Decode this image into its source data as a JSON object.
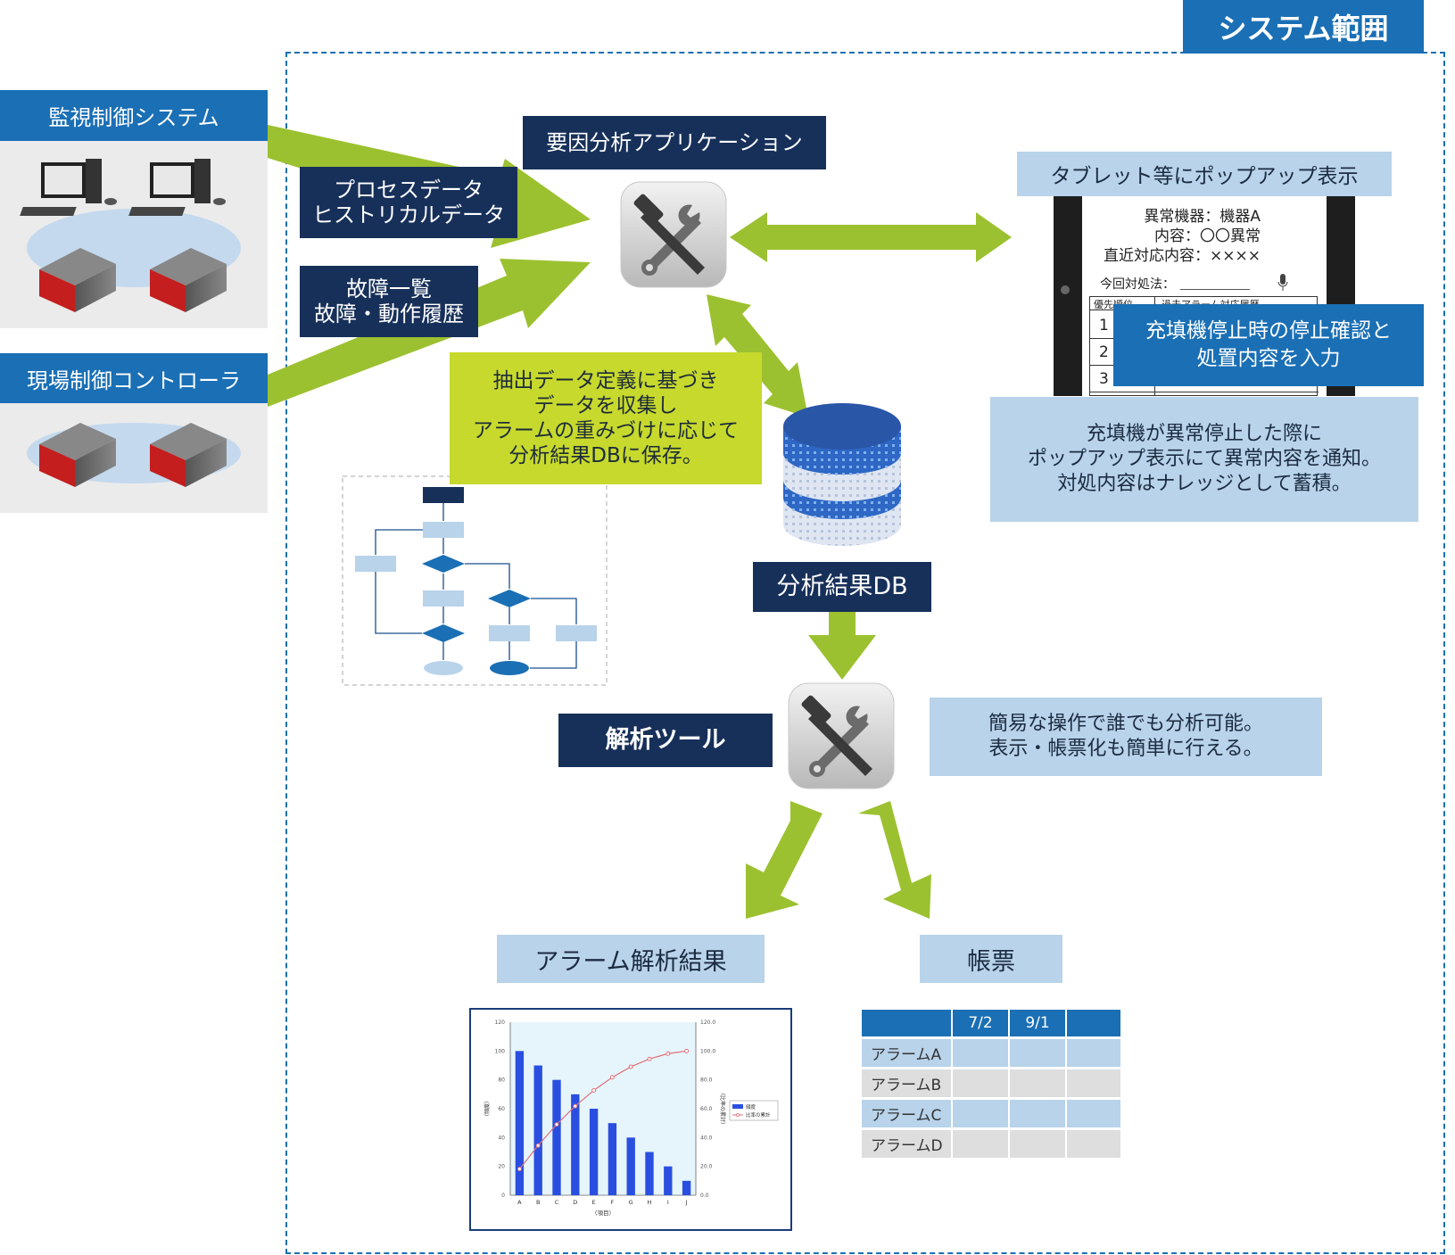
{
  "system_scope_title": "システム範囲",
  "sources": {
    "monitoring": "監視制御システム",
    "field_controller": "現場制御コントローラ"
  },
  "flows": {
    "process_data": "プロセスデータ\nヒストリカルデータ",
    "fault_list": "故障一覧\n故障・動作履歴"
  },
  "app_title": "要因分析アプリケーション",
  "collect_note": "抽出データ定義に基づき\nデータを収集し\nアラームの重みづけに応じて\n分析結果DBに保存。",
  "tablet": {
    "title": "タブレット等にポップアップ表示",
    "line1": "異常機器：機器A",
    "line2": "内容：〇〇異常",
    "line3": "直近対応内容：××××",
    "input_label": "今回対処法：",
    "col1": "優先順位",
    "col2": "過去アラーム対応履歴",
    "rows": [
      "1",
      "2",
      "3"
    ],
    "overlay": "充填機停止時の停止確認と\n処置内容を入力",
    "note": "充填機が異常停止した際に\nポップアップ表示にて異常内容を通知。\n対処内容はナレッジとして蓄積。"
  },
  "db_label": "分析結果DB",
  "tool_label": "解析ツール",
  "tool_note": "簡易な操作で誰でも分析可能。\n表示・帳票化も簡単に行える。",
  "alarm_result_title": "アラーム解析結果",
  "report_title": "帳票",
  "report_table": {
    "headers": [
      "",
      "7/2",
      "9/1",
      ""
    ],
    "rows": [
      "アラームA",
      "アラームB",
      "アラームC",
      "アラームD"
    ]
  },
  "colors": {
    "scope_blue": "#1a6fb5",
    "navy": "#17305a",
    "light_blue": "#b8d3ea",
    "arrow_green": "#9cc130",
    "note_green": "#c7d92c"
  },
  "chart_data": {
    "type": "bar",
    "categories": [
      "A",
      "B",
      "C",
      "D",
      "E",
      "F",
      "G",
      "H",
      "I",
      "J"
    ],
    "series": [
      {
        "name": "頻度",
        "type": "bar",
        "values": [
          100,
          90,
          80,
          70,
          60,
          50,
          40,
          30,
          20,
          10
        ]
      },
      {
        "name": "比率の累計",
        "type": "line",
        "axis": "right",
        "values": [
          18.2,
          34.5,
          49.1,
          61.8,
          72.7,
          81.8,
          89.1,
          94.5,
          98.2,
          100.0
        ]
      }
    ],
    "xlabel": "（項目）",
    "ylabel": "（頻度）",
    "y2label": "（比率の累計）",
    "ylim": [
      0,
      120
    ],
    "yticks": [
      "0",
      "20",
      "40",
      "60",
      "80",
      "100",
      "120"
    ],
    "y2lim": [
      0,
      120
    ],
    "y2ticks": [
      "0.0",
      "20.0",
      "40.0",
      "60.0",
      "80.0",
      "100.0",
      "120.0"
    ],
    "legend": "right"
  }
}
